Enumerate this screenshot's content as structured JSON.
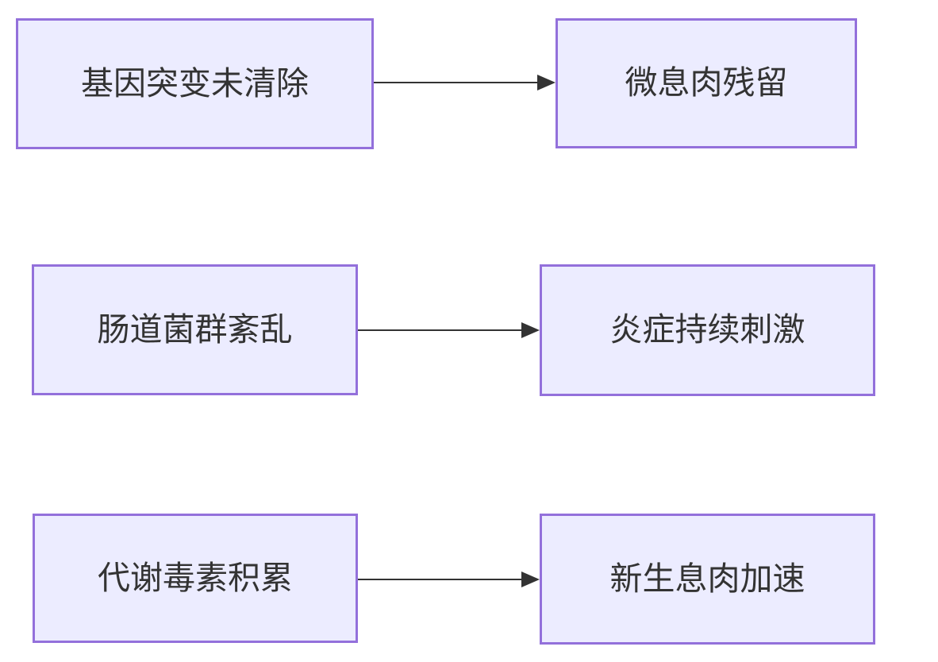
{
  "diagram": {
    "type": "flowchart",
    "direction": "left-to-right",
    "rows": [
      {
        "source": "基因突变未清除",
        "target": "微息肉残留"
      },
      {
        "source": "肠道菌群紊乱",
        "target": "炎症持续刺激"
      },
      {
        "source": "代谢毒素积累",
        "target": "新生息肉加速"
      }
    ]
  },
  "theme": {
    "node_fill": "#ECECFF",
    "node_border": "#9370DB",
    "arrow_color": "#333333",
    "text_color": "#333333",
    "background": "#FFFFFF"
  }
}
